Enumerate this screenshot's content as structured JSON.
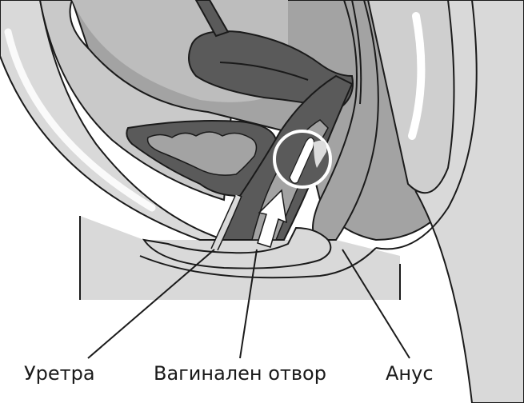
{
  "labels": {
    "urethra": "Уретра",
    "vaginal_opening": "Вагинален отвор",
    "anus": "Анус"
  },
  "colors": {
    "dark_organ": "#5a5a5a",
    "mid_gray": "#a3a3a3",
    "light_gray": "#d9d9d9",
    "outline": "#1a1a1a",
    "highlight": "#ffffff"
  },
  "markers": {
    "insertion_arrow": "up-arrow",
    "magnifier_circle": "circle-highlight"
  }
}
